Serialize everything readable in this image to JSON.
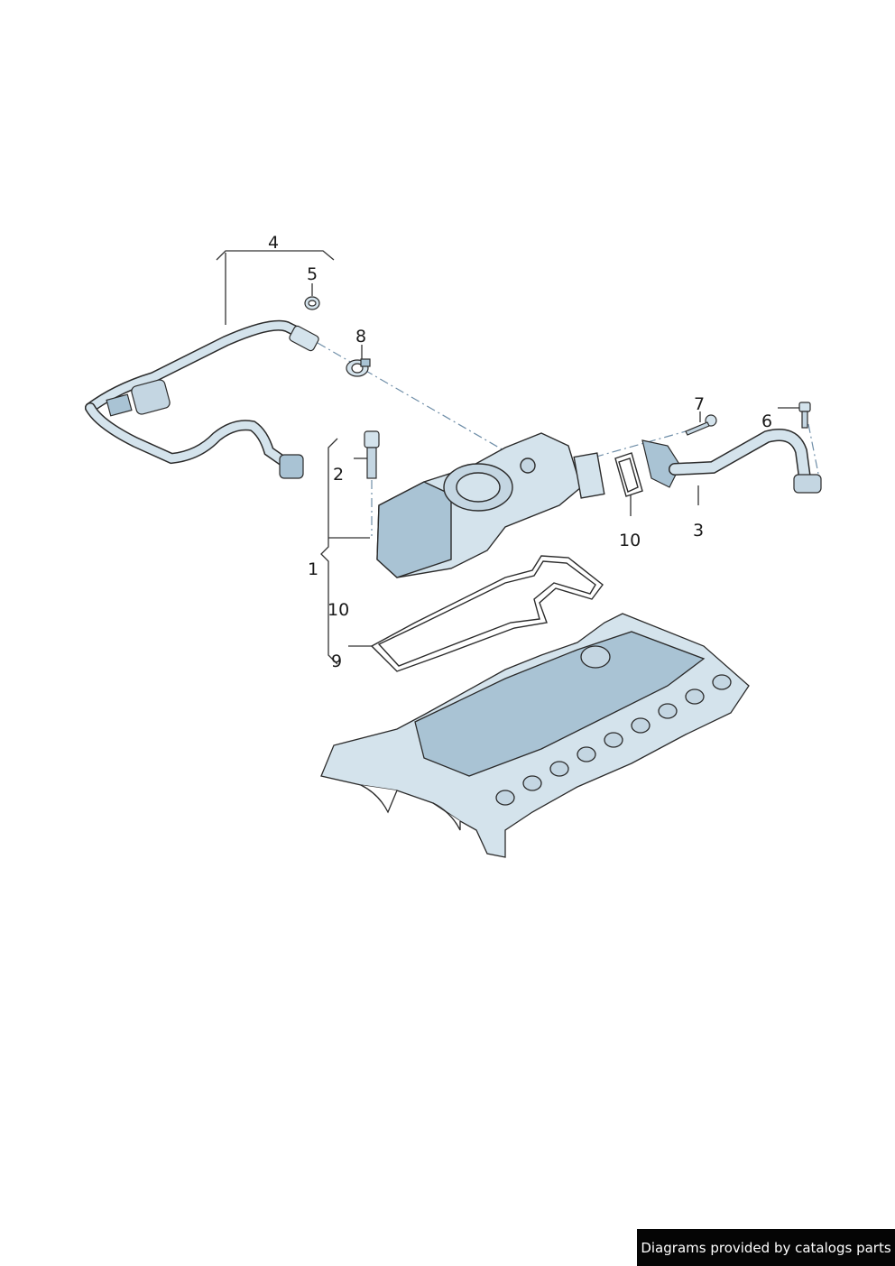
{
  "callouts": {
    "c1": "1",
    "c2": "2",
    "c3": "3",
    "c4": "4",
    "c5": "5",
    "c6": "6",
    "c7": "7",
    "c8": "8",
    "c9": "9",
    "c10a": "10",
    "c10b": "10"
  },
  "footer": {
    "credit": "Diagrams provided by catalogs parts"
  },
  "colors": {
    "part_fill": "#d4e3ec",
    "part_shade": "#a9c3d4",
    "outline": "#2b2b2b",
    "leader": "#333333",
    "dashed": "#6f8ea8"
  }
}
